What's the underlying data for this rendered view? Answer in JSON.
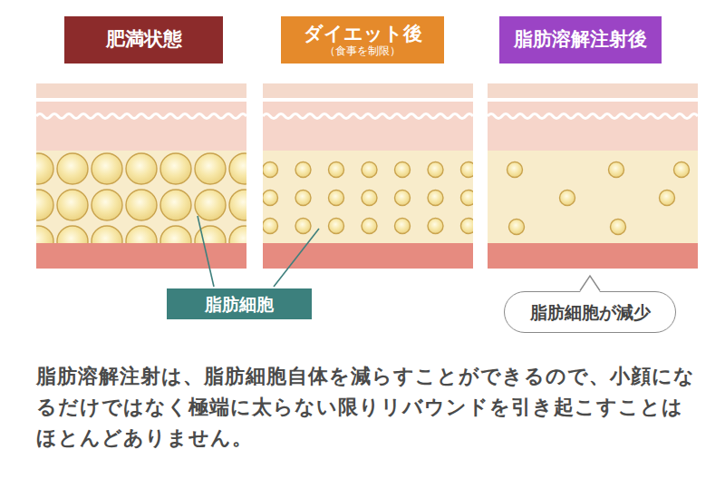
{
  "diagram": {
    "caption": "脂肪溶解注射は、脂肪細胞自体を減らすことができるので、小顔になるだけではなく極端に太らない限りリバウンドを引き起こすことはほとんどありません。",
    "nodes": [
      {
        "text": [
          "肥満状態"
        ]
      },
      {
        "text": [
          "ダイエット後",
          "（食事を制限）"
        ]
      },
      {
        "text": [
          "脂肪溶解注射後"
        ]
      },
      {
        "text": [
          "脂肪細胞"
        ]
      },
      {
        "text": [
          "脂肪細胞が減少"
        ]
      }
    ]
  }
}
